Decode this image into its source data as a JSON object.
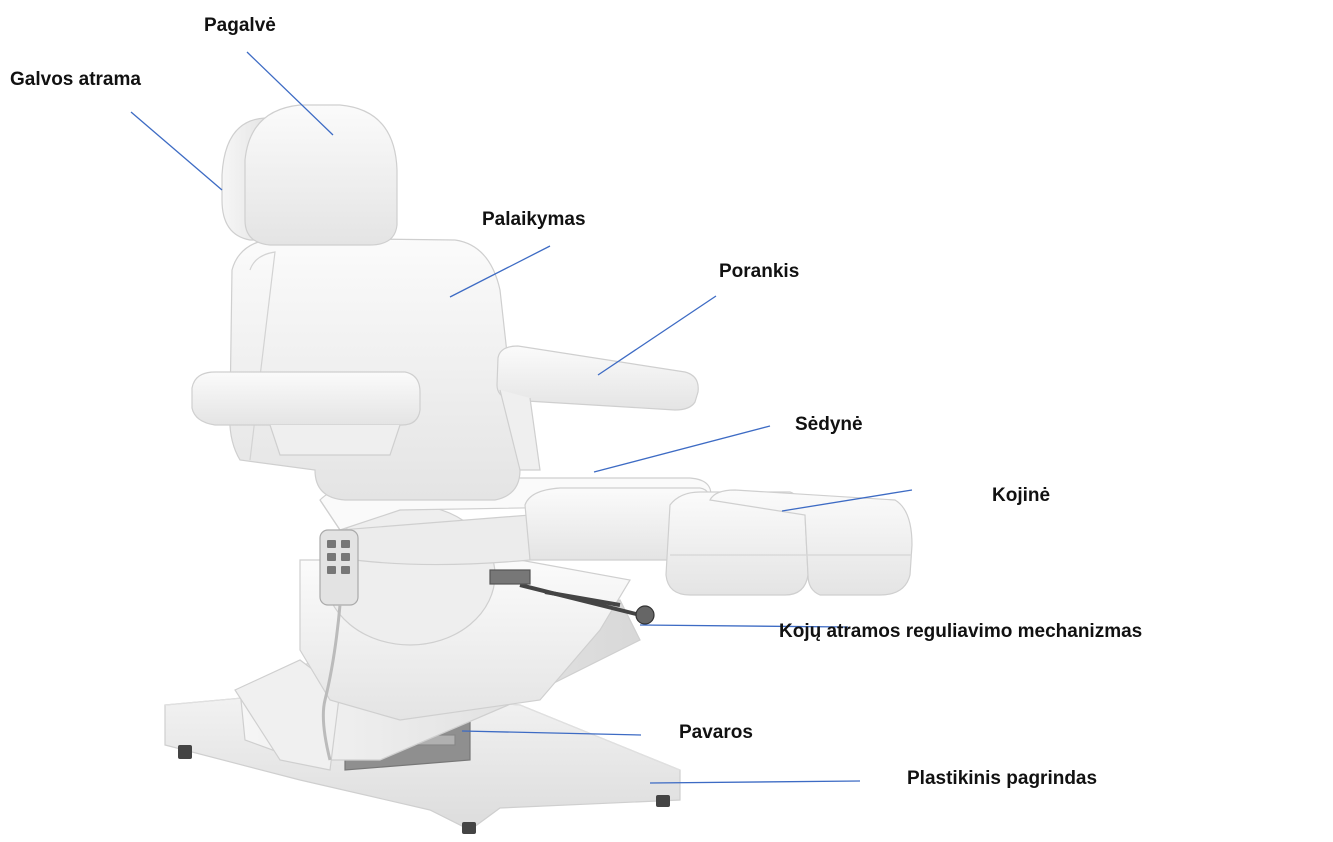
{
  "labels": {
    "pagalve": "Pagalvė",
    "galvos_atrama": "Galvos atrama",
    "palaikymas": "Palaikymas",
    "porankis": "Porankis",
    "sedyne": "Sėdynė",
    "kojine": "Kojinė",
    "koju_mechanizmas": "Kojų atramos reguliavimo mechanizmas",
    "pavaros": "Pavaros",
    "pagrindas": "Plastikinis pagrindas"
  },
  "colors": {
    "leader_line": "#3d6bc4",
    "upholstery": "#f4f4f4",
    "upholstery_shadow": "#d9d9d9",
    "frame": "#eaeaea",
    "mechanism": "#555555",
    "label_text": "#111111"
  },
  "remote": {
    "icon": "remote-control-icon"
  }
}
